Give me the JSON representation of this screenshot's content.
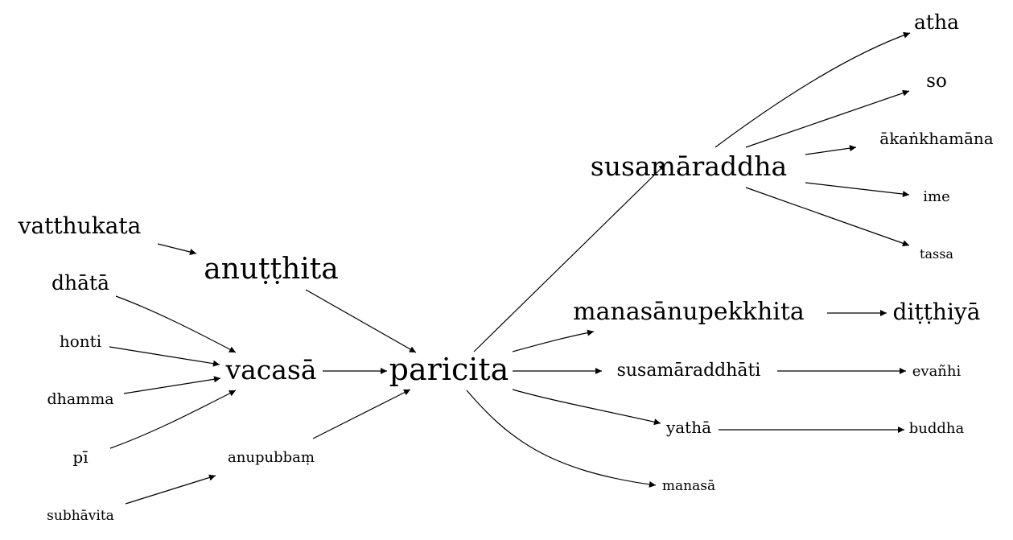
{
  "graph": {
    "nodes": {
      "atha": "atha",
      "so": "so",
      "akankhamana": "ākaṅkhamāna",
      "ime": "ime",
      "tassa": "tassa",
      "susamaraddha": "susamāraddha",
      "vatthukata": "vatthukata",
      "anutthita": "anuṭṭhita",
      "dhata": "dhātā",
      "manasanupekkhita": "manasānupekkhita",
      "ditthiya": "diṭṭhiyā",
      "honti": "honti",
      "vacasa": "vacasā",
      "paricita": "paricita",
      "susamaraddhati": "susamāraddhāti",
      "evanhi": "evañhi",
      "dhamma": "dhamma",
      "yatha": "yathā",
      "buddha": "buddha",
      "pi": "pī",
      "anupubbam": "anupubbaṃ",
      "manasa": "manasā",
      "subhavita": "subhāvita"
    }
  }
}
